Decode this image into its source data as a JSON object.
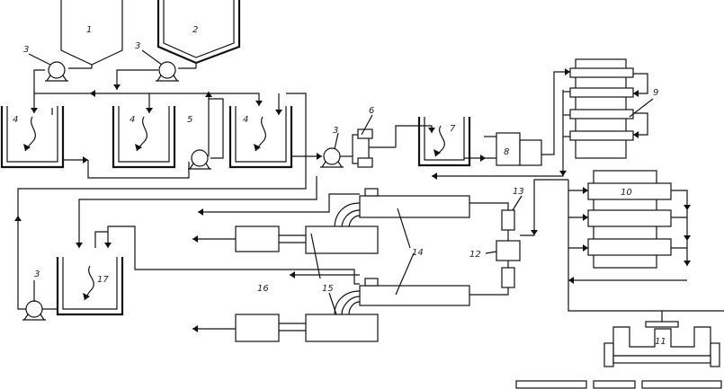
{
  "diagram": {
    "labels": {
      "hopper_1": "1",
      "hopper_2": "2",
      "pump_3": "3",
      "tank_4": "4",
      "pump_5": "5",
      "unit_6": "6",
      "tank_7": "7",
      "unit_8": "8",
      "stack_9": "9",
      "stack_10": "10",
      "unit_11": "11",
      "unit_12": "12",
      "unit_13": "13",
      "extruder_14": "14",
      "motor_15": "15",
      "motor_16": "16",
      "tank_17": "17"
    }
  }
}
